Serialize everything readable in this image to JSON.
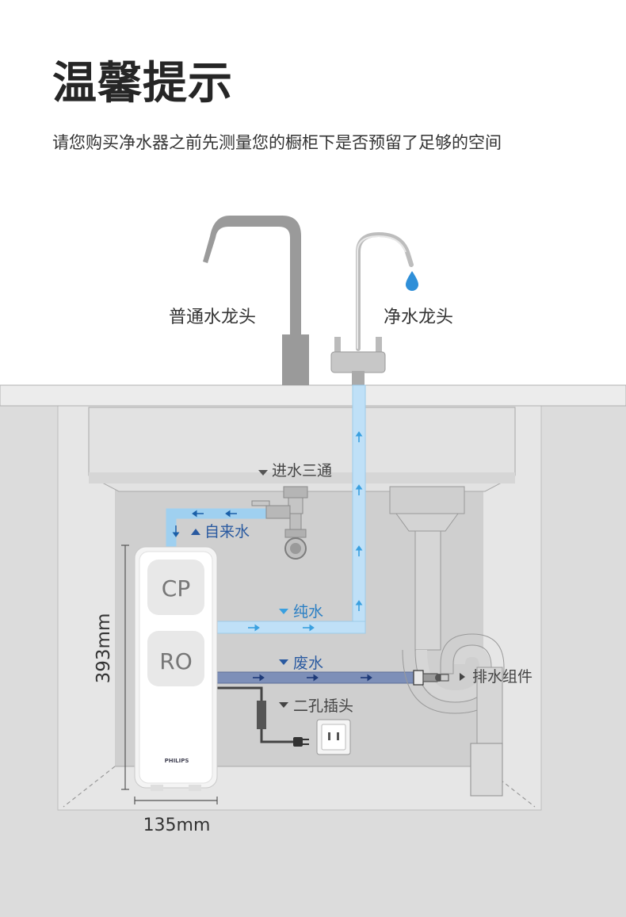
{
  "header": {
    "title": "温馨提示",
    "subtitle": "请您购买净水器之前先测量您的橱柜下是否预留了足够的空间"
  },
  "faucets": {
    "normal_label": "普通水龙头",
    "pure_label": "净水龙头"
  },
  "labels": {
    "inlet_tee": "进水三通",
    "tap_water": "自来水",
    "pure_water": "纯水",
    "waste_water": "废水",
    "socket": "二孔插头",
    "drain": "排水组件"
  },
  "purifier": {
    "filter_top": "CP",
    "filter_bottom": "RO",
    "brand": "PHILIPS",
    "height_text": "393mm",
    "width_text": "135mm"
  },
  "colors": {
    "pure_pipe": "#bfe0f7",
    "pure_arrow": "#3aa0e0",
    "tap_pipe": "#9fd0f0",
    "waste_pipe": "#7d8fb8",
    "label_blue": "#2a5aa0",
    "cabinet_gray": "#d8d8d8"
  }
}
